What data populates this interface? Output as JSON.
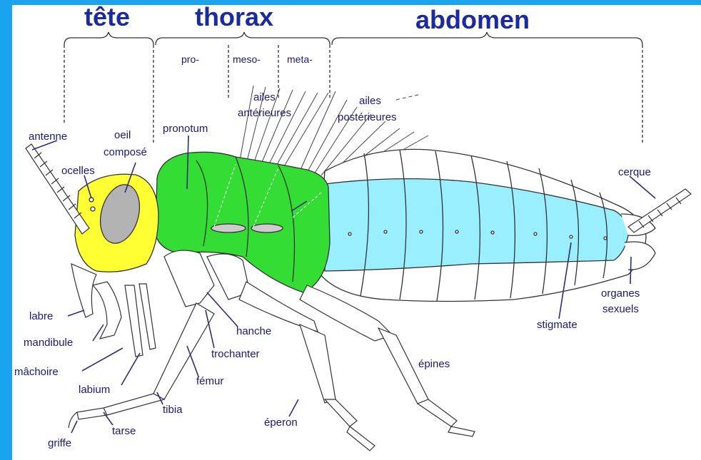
{
  "colors": {
    "frame": "#1aa3ee",
    "panel": "#ffffff",
    "head": "#ffff33",
    "eye": "#b3b3b3",
    "thorax": "#33dd33",
    "abdomen": "#99eeff",
    "text": "#1a1a72",
    "title": "#1c2aa0"
  },
  "regions": {
    "head": "tête",
    "thorax": "thorax",
    "abdomen": "abdomen"
  },
  "segments": {
    "pro": "pro-",
    "meso": "meso-",
    "meta": "meta-"
  },
  "labels": {
    "antenne": "antenne",
    "oeil_1": "oeil",
    "oeil_2": "composé",
    "ocelles": "ocelles",
    "pronotum": "pronotum",
    "ailes_ant_1": "ailes",
    "ailes_ant_2": "antérieures",
    "ailes_post_1": "ailes",
    "ailes_post_2": "postérieures",
    "cerque": "cerque",
    "labre": "labre",
    "mandibule": "mandibule",
    "machoire": "mâchoire",
    "labium": "labium",
    "griffe": "griffe",
    "tarse": "tarse",
    "tibia": "tibia",
    "femur": "fémur",
    "trochanter": "trochanter",
    "hanche": "hanche",
    "eperon": "éperon",
    "epines": "épines",
    "stigmate": "stigmate",
    "organes_1": "organes",
    "organes_2": "sexuels"
  }
}
